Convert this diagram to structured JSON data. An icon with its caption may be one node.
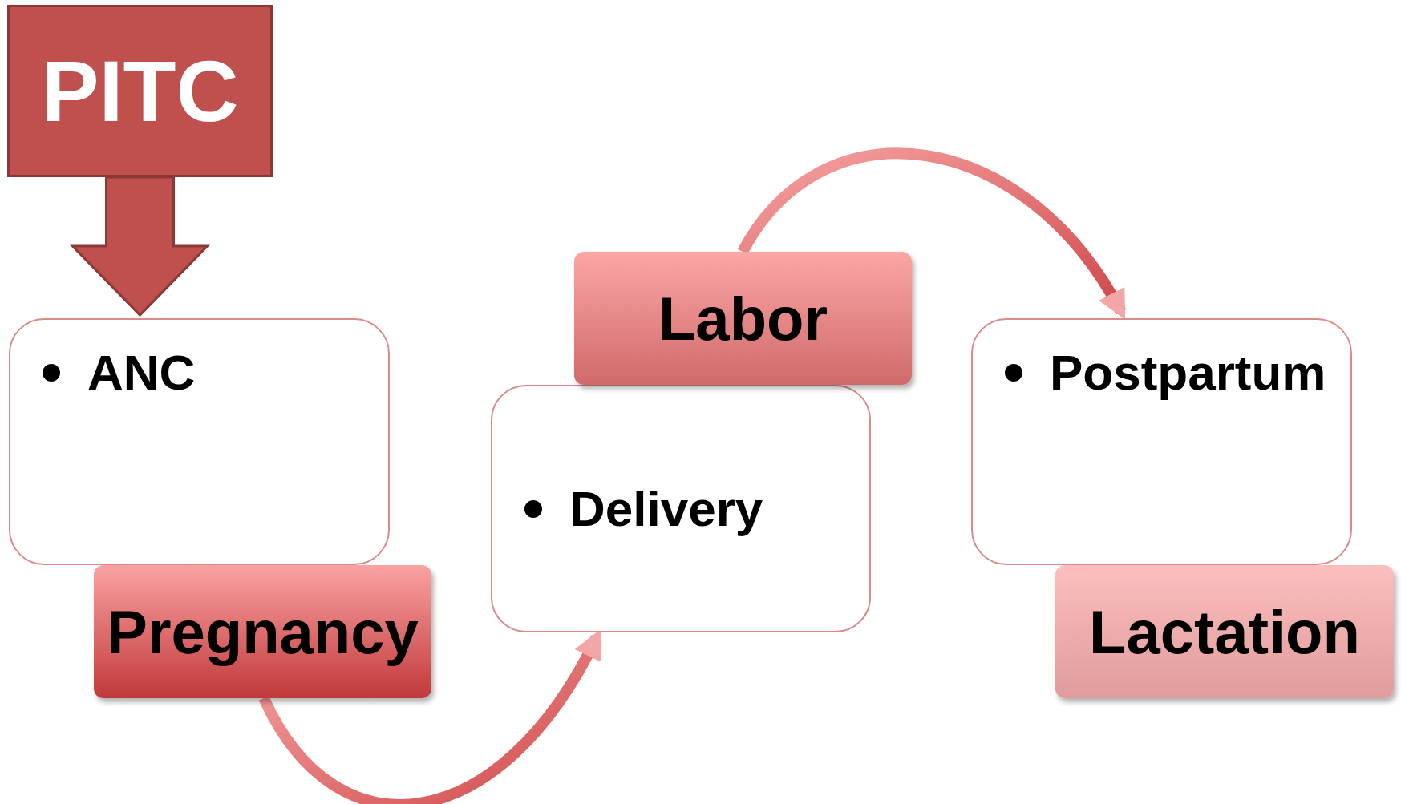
{
  "diagram": {
    "nodes": [
      {
        "text": [
          "PITC"
        ]
      },
      {
        "text": [
          "ANC"
        ]
      },
      {
        "text": [
          "Pregnancy"
        ]
      },
      {
        "text": [
          "Delivery"
        ]
      },
      {
        "text": [
          "Labor"
        ]
      },
      {
        "text": [
          "Postpartum"
        ]
      },
      {
        "text": [
          "Lactation"
        ]
      }
    ],
    "edges": [
      {
        "from": 0,
        "to": 1,
        "arrow": "to",
        "style": "thick",
        "color": "#c0504d"
      },
      {
        "from": 2,
        "to": 3,
        "arrow": "to"
      },
      {
        "from": 4,
        "to": 5,
        "arrow": "to"
      }
    ]
  }
}
